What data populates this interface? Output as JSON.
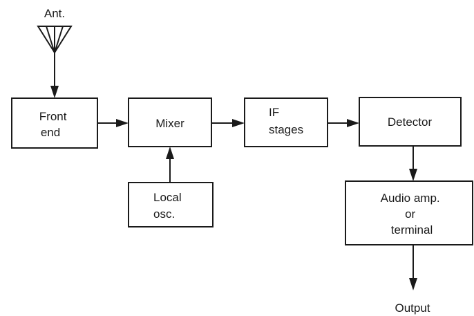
{
  "colors": {
    "line": "#1a1a1a",
    "background": "#ffffff"
  },
  "antenna": {
    "label": "Ant.",
    "icon": "antenna-icon"
  },
  "blocks": {
    "front_end": [
      "Front",
      "end"
    ],
    "mixer": [
      "Mixer"
    ],
    "if_stages": [
      "IF",
      "stages"
    ],
    "detector": [
      "Detector"
    ],
    "local_osc": [
      "Local",
      "osc."
    ],
    "audio_amp": [
      "Audio amp.",
      "or",
      "terminal"
    ]
  },
  "output": {
    "label": "Output"
  }
}
